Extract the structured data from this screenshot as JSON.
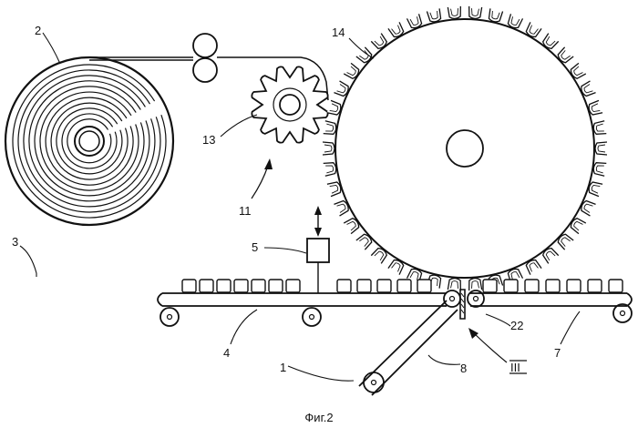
{
  "figure": {
    "caption": "Фиг.2",
    "labels": {
      "l1": "1",
      "l2": "2",
      "l3": "3",
      "l4": "4",
      "l5": "5",
      "l7": "7",
      "l8": "8",
      "l11": "11",
      "l13": "13",
      "l14": "14",
      "l22": "22",
      "l3roman": "III"
    }
  }
}
